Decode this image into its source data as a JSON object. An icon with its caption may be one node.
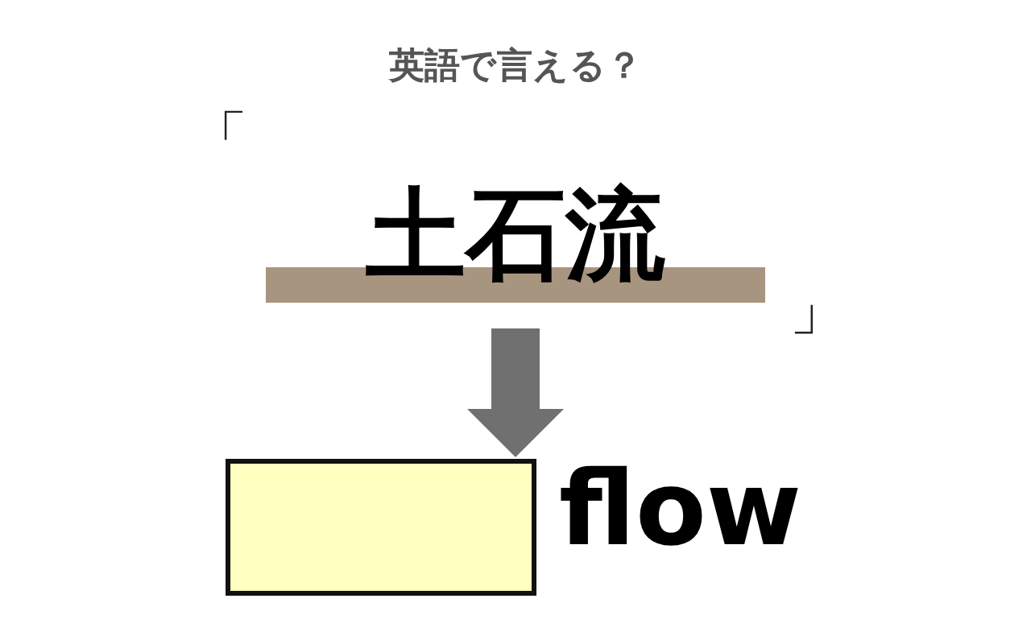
{
  "diagram": {
    "title": "英語で言える？",
    "nodes": [
      {
        "text": [
          "土石流"
        ]
      },
      {
        "text": [],
        "shape": "box",
        "beside": [
          "flow"
        ]
      }
    ],
    "edges": [
      {
        "from": 0,
        "to": 1,
        "arrow": "to"
      }
    ],
    "labels": [
      "「",
      "」"
    ]
  }
}
